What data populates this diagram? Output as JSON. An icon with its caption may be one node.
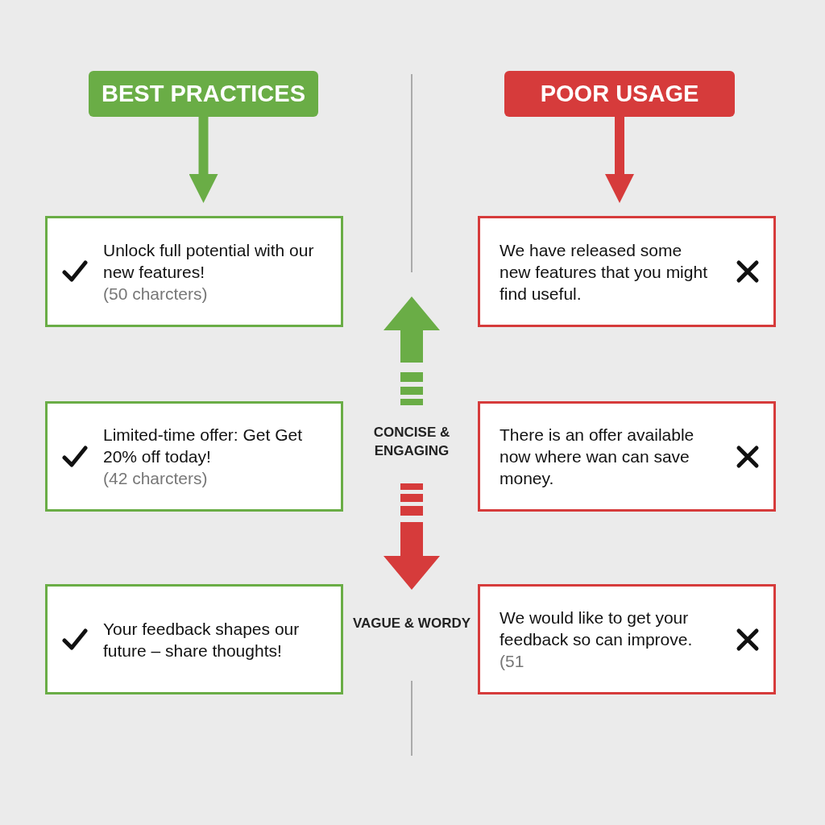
{
  "diagram": {
    "nodes": [
      {
        "text": [
          "BEST PRACTICES"
        ]
      },
      {
        "text": [
          "POOR USAGE"
        ]
      },
      {
        "text": [
          "Unlock full potential with our new features!",
          "(50 charcters)"
        ]
      },
      {
        "text": [
          "We have released some new features that you might find useful."
        ]
      },
      {
        "text": [
          "Limited-time offer: Get Get 20% off today!",
          "(42 charcters)"
        ]
      },
      {
        "text": [
          "There is an offer available now where wan can save money."
        ]
      },
      {
        "text": [
          "Your feedback shapes our future – share thoughts!"
        ]
      },
      {
        "text": [
          "We would like to get your feedback so can improve.",
          "(51"
        ]
      }
    ],
    "edges": [
      {
        "from": 0,
        "to": 2,
        "arrow": "to",
        "color": "#6aad46"
      },
      {
        "from": 1,
        "to": 3,
        "arrow": "to",
        "color": "#d63b3b"
      }
    ],
    "labels": [
      "CONCISE & ENGAGING",
      "VAGUE & WORDY"
    ]
  }
}
